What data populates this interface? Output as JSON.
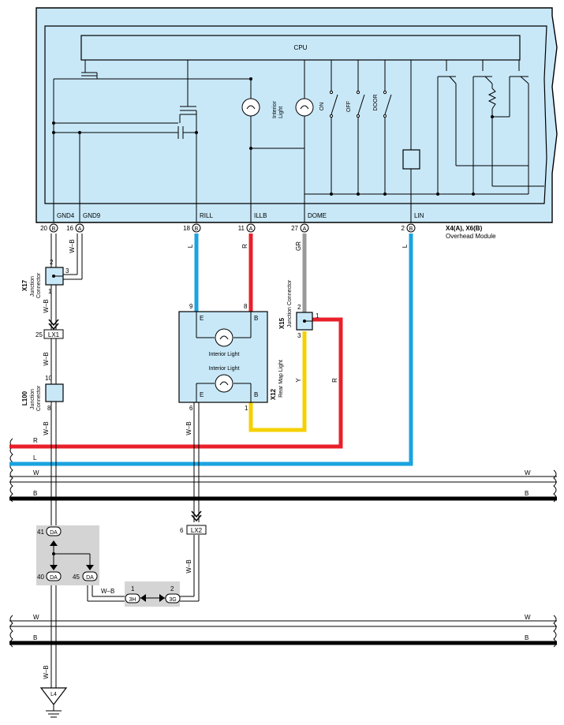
{
  "module": {
    "cpu_label": "CPU",
    "interior_light_label": "Interior\nLight",
    "switch_on": "ON",
    "switch_off": "OFF",
    "switch_door": "DOOR",
    "connector_ref": "X4(A), X6(B)",
    "name": "Overhead Module"
  },
  "pins": [
    {
      "label": "GND4",
      "pin": "20",
      "conn": "B"
    },
    {
      "label": "GND9",
      "pin": "16",
      "conn": "A"
    },
    {
      "label": "RILL",
      "pin": "18",
      "conn": "B"
    },
    {
      "label": "ILLB",
      "pin": "11",
      "conn": "A"
    },
    {
      "label": "DOME",
      "pin": "27",
      "conn": "A"
    },
    {
      "label": "LIN",
      "pin": "2",
      "conn": "B"
    }
  ],
  "wires": {
    "wb": "W–B",
    "l": "L",
    "r": "R",
    "gr": "GR",
    "y": "Y",
    "w": "W",
    "b": "B"
  },
  "x17": {
    "id": "X17",
    "name": "Junction\nConnector",
    "pin_top": "2",
    "pin_side": "3",
    "pin_bottom": "1"
  },
  "lx1": {
    "id": "LX1",
    "pin": "25"
  },
  "l100": {
    "id": "L100",
    "name": "Junction\nConnector",
    "pin_top": "10",
    "pin_bottom": "8"
  },
  "x15": {
    "id": "X15",
    "name": "Junction Connector",
    "pin_top": "2",
    "pin_side": "1",
    "pin_bottom": "3"
  },
  "x12": {
    "id": "X12",
    "name": "Rear Map Light",
    "pin_9": "9",
    "pin_8": "8",
    "pin_6": "6",
    "pin_1": "1",
    "lamp1": "Interior Light",
    "lamp2": "Interior Light",
    "e": "E",
    "b": "B"
  },
  "lx2": {
    "id": "LX2",
    "pin": "6"
  },
  "da": {
    "id": "DA",
    "pin_41": "41",
    "pin_40": "40",
    "pin_45": "45"
  },
  "h3": {
    "id": "3H",
    "pin": "1"
  },
  "g3": {
    "id": "3G",
    "pin": "2"
  },
  "ground": {
    "id": "L4"
  },
  "colors": {
    "module_fill": "#c8e8f8",
    "wire_blue": "#1aa3e0",
    "wire_red": "#e8202a",
    "wire_gray": "#999999",
    "wire_yellow": "#f5d000",
    "wire_black": "#000000",
    "splice_gray": "#d4d4d4"
  }
}
